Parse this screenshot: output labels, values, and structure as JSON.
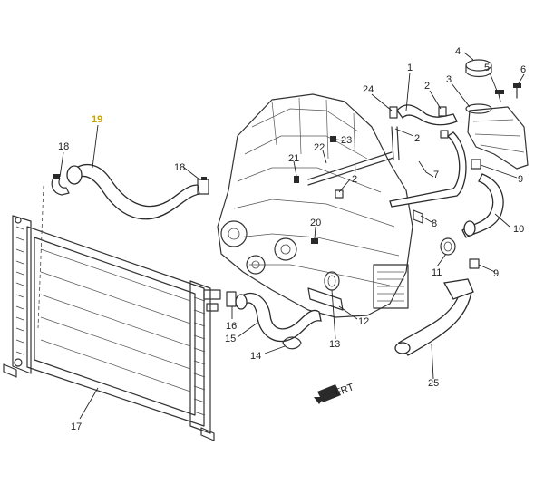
{
  "diagram": {
    "highlight_color": "#c9a400",
    "line_color": "#333333",
    "callouts": [
      {
        "id": "c1",
        "label": "1"
      },
      {
        "id": "c2a",
        "label": "2"
      },
      {
        "id": "c2b",
        "label": "2"
      },
      {
        "id": "c2c",
        "label": "2"
      },
      {
        "id": "c3",
        "label": "3"
      },
      {
        "id": "c4",
        "label": "4"
      },
      {
        "id": "c5",
        "label": "5"
      },
      {
        "id": "c6",
        "label": "6"
      },
      {
        "id": "c7",
        "label": "7"
      },
      {
        "id": "c8",
        "label": "8"
      },
      {
        "id": "c9a",
        "label": "9"
      },
      {
        "id": "c9b",
        "label": "9"
      },
      {
        "id": "c10",
        "label": "10"
      },
      {
        "id": "c11",
        "label": "11"
      },
      {
        "id": "c12",
        "label": "12"
      },
      {
        "id": "c13",
        "label": "13"
      },
      {
        "id": "c14",
        "label": "14"
      },
      {
        "id": "c15",
        "label": "15"
      },
      {
        "id": "c16",
        "label": "16"
      },
      {
        "id": "c17",
        "label": "17"
      },
      {
        "id": "c18a",
        "label": "18"
      },
      {
        "id": "c18b",
        "label": "18"
      },
      {
        "id": "c19",
        "label": "19",
        "highlighted": true
      },
      {
        "id": "c20",
        "label": "20"
      },
      {
        "id": "c21",
        "label": "21"
      },
      {
        "id": "c22",
        "label": "22"
      },
      {
        "id": "c23",
        "label": "23"
      },
      {
        "id": "c24",
        "label": "24"
      },
      {
        "id": "c25",
        "label": "25"
      }
    ],
    "front_indicator": "FRT"
  }
}
